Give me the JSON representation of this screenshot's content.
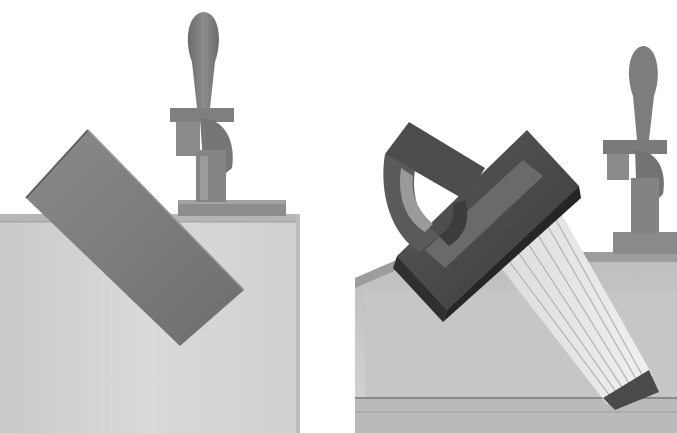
{
  "figure": {
    "panels": [
      {
        "id": "left",
        "subject": "tilted-cylinder-blank-entering-housing"
      },
      {
        "id": "right",
        "subject": "pleated-filter-cartridge-with-handle-cap-entering-housing"
      }
    ],
    "colors": {
      "background": "#ffffff",
      "housing_light": "#d2d2d2",
      "housing_mid": "#b9b9b9",
      "housing_dark": "#8f8f8f",
      "part_gray": "#7c7c7c",
      "part_dark": "#3f3f3f",
      "pleat_light": "#e6e6e6"
    }
  }
}
